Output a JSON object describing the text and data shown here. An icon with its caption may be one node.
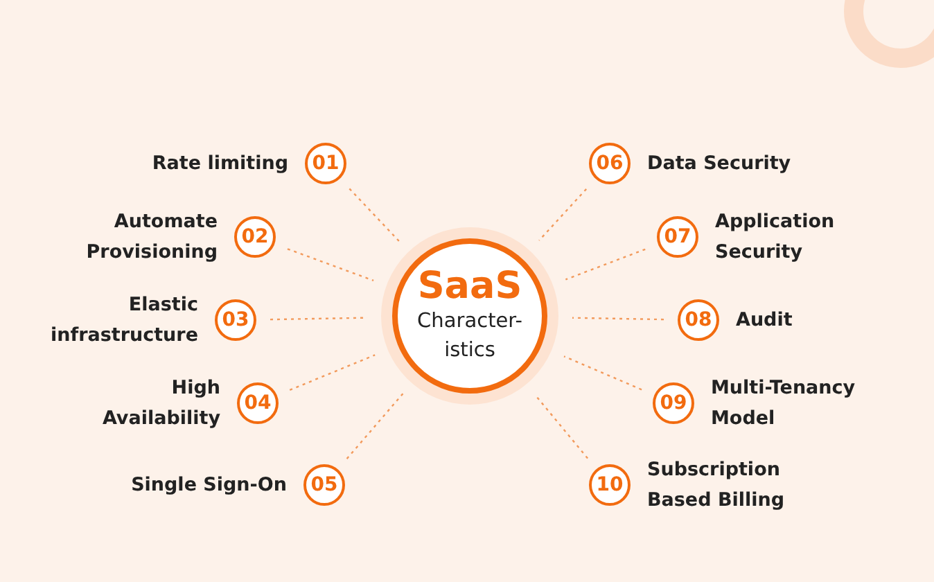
{
  "diagram": {
    "nodes": [
      {
        "text": [
          "SaaS",
          "Character-istics"
        ]
      },
      {
        "text": [
          "01"
        ],
        "beside": [
          "Rate limiting"
        ]
      },
      {
        "text": [
          "02"
        ],
        "beside": [
          "Automate Provisioning"
        ]
      },
      {
        "text": [
          "03"
        ],
        "beside": [
          "Elastic infrastructure"
        ]
      },
      {
        "text": [
          "04"
        ],
        "beside": [
          "High Availability"
        ]
      },
      {
        "text": [
          "05"
        ],
        "beside": [
          "Single Sign-On"
        ]
      },
      {
        "text": [
          "06"
        ],
        "beside": [
          "Data Security"
        ]
      },
      {
        "text": [
          "07"
        ],
        "beside": [
          "Application Security"
        ]
      },
      {
        "text": [
          "08"
        ],
        "beside": [
          "Audit"
        ]
      },
      {
        "text": [
          "09"
        ],
        "beside": [
          "Multi-Tenancy Model"
        ]
      },
      {
        "text": [
          "10"
        ],
        "beside": [
          "Subscription Based Billing"
        ]
      }
    ],
    "edges": [
      {
        "from": 1,
        "to": 0,
        "arrow": "none",
        "style": "dashed"
      },
      {
        "from": 2,
        "to": 0,
        "arrow": "none",
        "style": "dashed"
      },
      {
        "from": 3,
        "to": 0,
        "arrow": "none",
        "style": "dashed"
      },
      {
        "from": 4,
        "to": 0,
        "arrow": "none",
        "style": "dashed"
      },
      {
        "from": 5,
        "to": 0,
        "arrow": "none",
        "style": "dashed"
      },
      {
        "from": 6,
        "to": 0,
        "arrow": "none",
        "style": "dashed"
      },
      {
        "from": 7,
        "to": 0,
        "arrow": "none",
        "style": "dashed"
      },
      {
        "from": 8,
        "to": 0,
        "arrow": "none",
        "style": "dashed"
      },
      {
        "from": 9,
        "to": 0,
        "arrow": "none",
        "style": "dashed"
      },
      {
        "from": 10,
        "to": 0,
        "arrow": "none",
        "style": "dashed"
      }
    ]
  }
}
